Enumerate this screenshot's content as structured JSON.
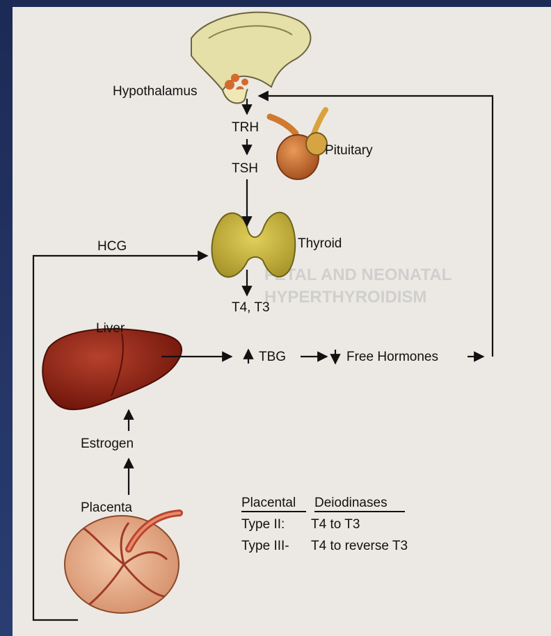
{
  "diagram": {
    "labels": {
      "hypothalamus": "Hypothalamus",
      "trh": "TRH",
      "tsh": "TSH",
      "pituitary": "Pituitary",
      "thyroid": "Thyroid",
      "hcg": "HCG",
      "t4t3": "T4, T3",
      "liver": "Liver",
      "tbg": "TBG",
      "free_hormones": "Free Hormones",
      "estrogen": "Estrogen",
      "placenta": "Placenta"
    },
    "deiodinases": {
      "heading_left": "Placental",
      "heading_right": "Deiodinases",
      "type2_label": "Type II:",
      "type2_value": "T4 to T3",
      "type3_label": "Type III-",
      "type3_value": "T4 to reverse T3"
    },
    "background_heading": "FETAL AND NEONATAL HYPERTHYROIDISM"
  },
  "colors": {
    "page": "#ece9e4",
    "frame": "#1c2a55",
    "liver": "#8b1f12",
    "thyroid": "#c9b640",
    "placenta": "#e7b08f",
    "pituitary": "#d07a3a",
    "hypothalamus": "#e5dfa8"
  }
}
